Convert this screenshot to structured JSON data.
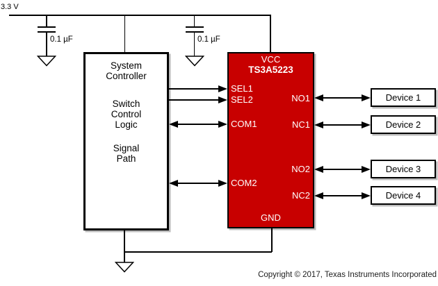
{
  "colors": {
    "ic_fill": "#C80000",
    "ic_text": "#FFFFFF",
    "wire": "#000000"
  },
  "power": {
    "rail_label": "3.3 V",
    "cap1_label": "0.1 µF",
    "cap2_label": "0.1 µF"
  },
  "controller": {
    "blocks": [
      [
        "System",
        "Controller"
      ],
      [
        "Switch",
        "Control",
        "Logic"
      ],
      [
        "Signal",
        "Path"
      ]
    ]
  },
  "switch_ic": {
    "pin_vcc": "VCC",
    "part_number": "TS3A5223",
    "pin_gnd": "GND",
    "pins_left": [
      "SEL1",
      "SEL2",
      "COM1",
      "COM2"
    ],
    "pins_right": [
      "NO1",
      "NC1",
      "NO2",
      "NC2"
    ]
  },
  "devices": [
    "Device 1",
    "Device 2",
    "Device 3",
    "Device 4"
  ],
  "footer": {
    "copyright": "Copyright © 2017, Texas Instruments Incorporated"
  }
}
